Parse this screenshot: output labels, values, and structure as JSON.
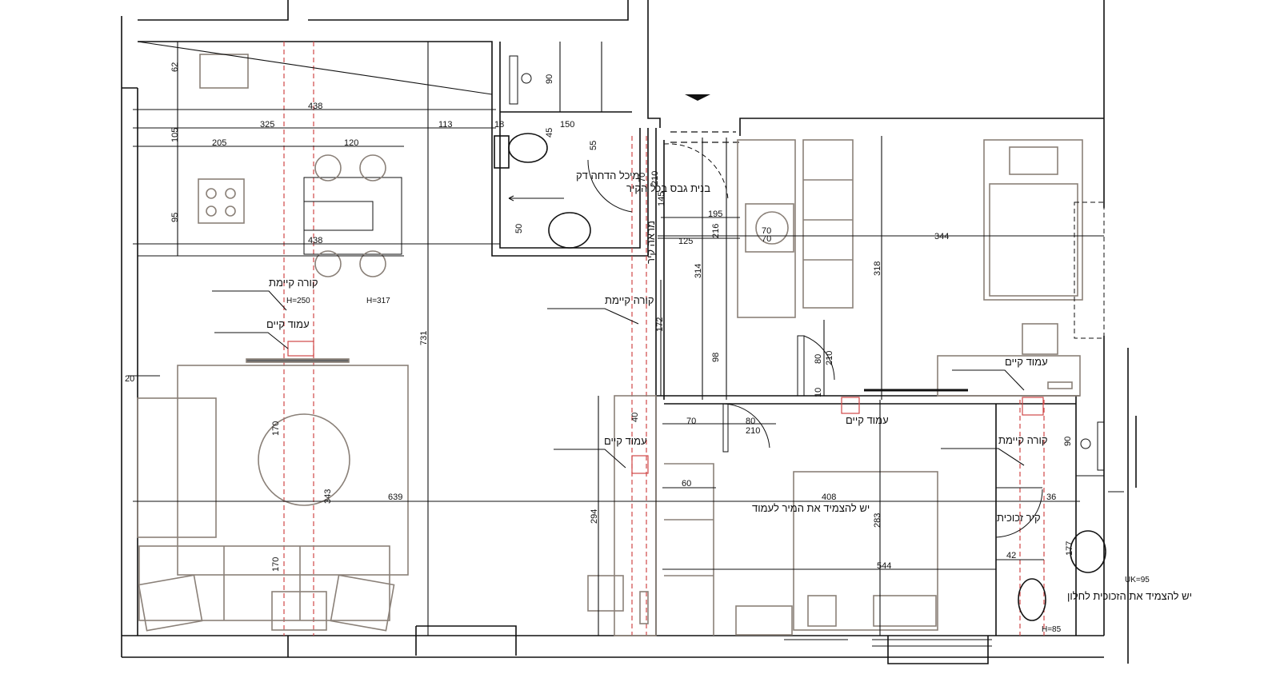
{
  "notes": {
    "existing_beam": "קורה קיימת",
    "existing_column": "עמוד קיים",
    "thin_flush_tank": "מיכל הדחה דק",
    "drywall_full_wall": "בנית גבס בכל הקיר",
    "attach_to_column": "יש להצמיד את המיר לעמוד",
    "glass_wall": "קיר זכוכית",
    "attach_glass_to_window": "יש להצמיד את הזכוכית לחלון",
    "mirror_wall": "מראה קיר"
  },
  "heights": {
    "h250": "H=250",
    "h317": "H=317",
    "uk95": "UK=95",
    "h85": "H=85"
  },
  "dims": [
    "62",
    "438",
    "325",
    "113",
    "18",
    "150",
    "105",
    "205",
    "120",
    "45",
    "55",
    "90",
    "95",
    "438",
    "50",
    "70",
    "210",
    "195",
    "216",
    "125",
    "70",
    "70",
    "344",
    "318",
    "314",
    "172",
    "731",
    "98",
    "80",
    "210",
    "10",
    "40",
    "70",
    "80",
    "210",
    "60",
    "408",
    "283",
    "544",
    "294",
    "639",
    "343",
    "170",
    "170",
    "20",
    "36",
    "42",
    "177",
    "90",
    "145"
  ]
}
